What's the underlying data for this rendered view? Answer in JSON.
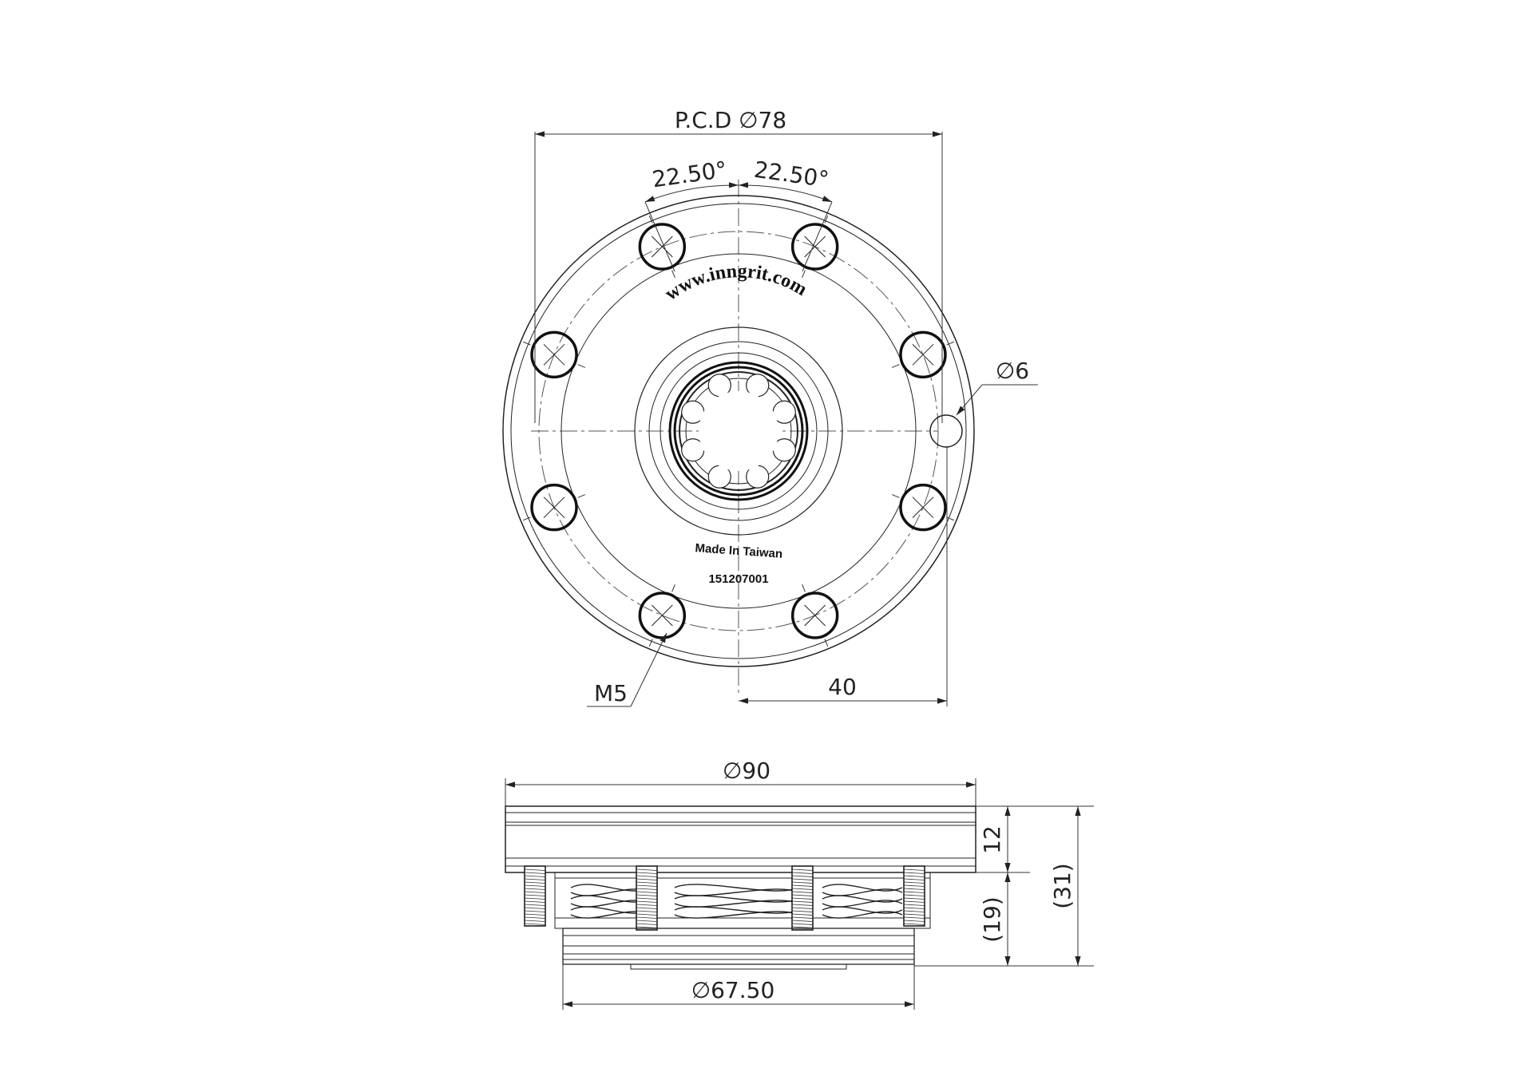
{
  "dimensions": {
    "pcd": "P.C.D ∅78",
    "angle_left": "22.50°",
    "angle_right": "22.50°",
    "hole_dia": "∅6",
    "thread": "M5",
    "radius_40": "40",
    "outer_dia": "∅90",
    "height_12": "12",
    "height_19": "(19)",
    "height_31": "(31)",
    "base_dia": "∅67.50"
  },
  "markings": {
    "website": "www.inngrit.com",
    "origin": "Made In Taiwan",
    "serial": "151207001"
  },
  "colors": {
    "line": "#222222",
    "background": "#ffffff"
  }
}
